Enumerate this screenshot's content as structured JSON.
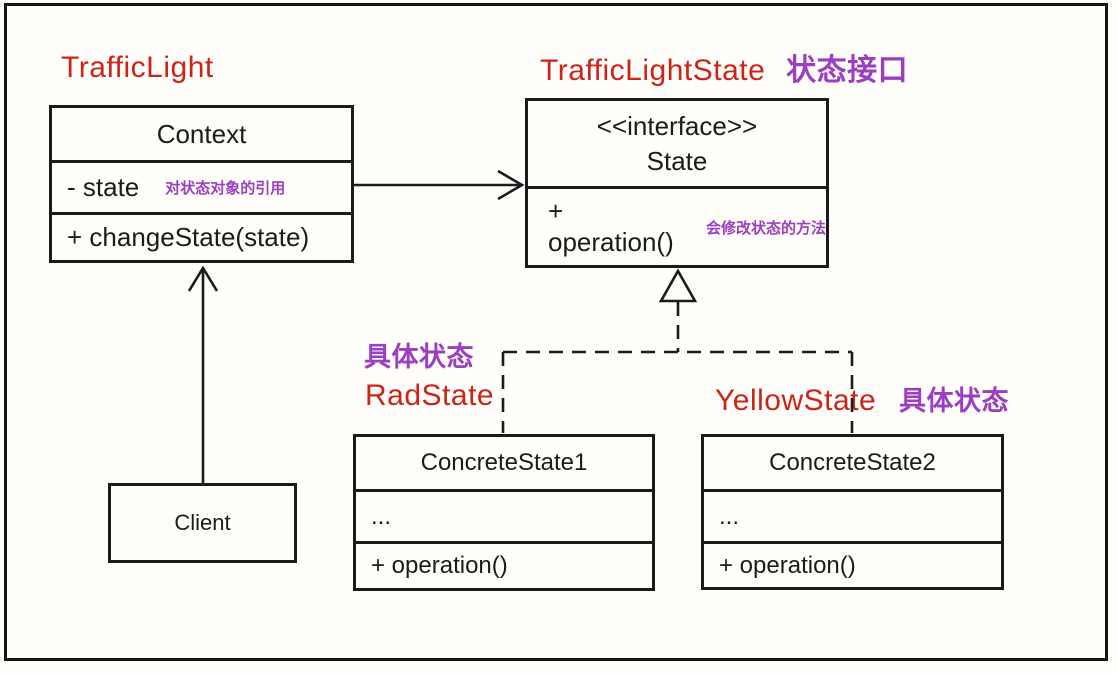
{
  "colors": {
    "red_header": "#cc2418",
    "purple_note": "#9b3ec2",
    "line": "#1b1b1b",
    "background": "#fffefb"
  },
  "labels": {
    "context_header": "TrafficLight",
    "interface_header": "TrafficLightState",
    "interface_header_note": "状态接口",
    "concrete1_note": "具体状态",
    "concrete1_header": "RadState",
    "concrete2_header": "YellowState",
    "concrete2_note": "具体状态"
  },
  "classes": {
    "context": {
      "title": "Context",
      "attribute": "- state",
      "attribute_note": "对状态对象的引用",
      "method": "+ changeState(state)"
    },
    "state_interface": {
      "stereotype": "<<interface>>",
      "title": "State",
      "method": "+ operation()",
      "method_note": "会修改状态的方法"
    },
    "concrete_state1": {
      "title": "ConcreteState1",
      "attribute": "...",
      "method": "+ operation()"
    },
    "concrete_state2": {
      "title": "ConcreteState2",
      "attribute": "...",
      "method": "+ operation()"
    },
    "client": {
      "title": "Client"
    }
  }
}
